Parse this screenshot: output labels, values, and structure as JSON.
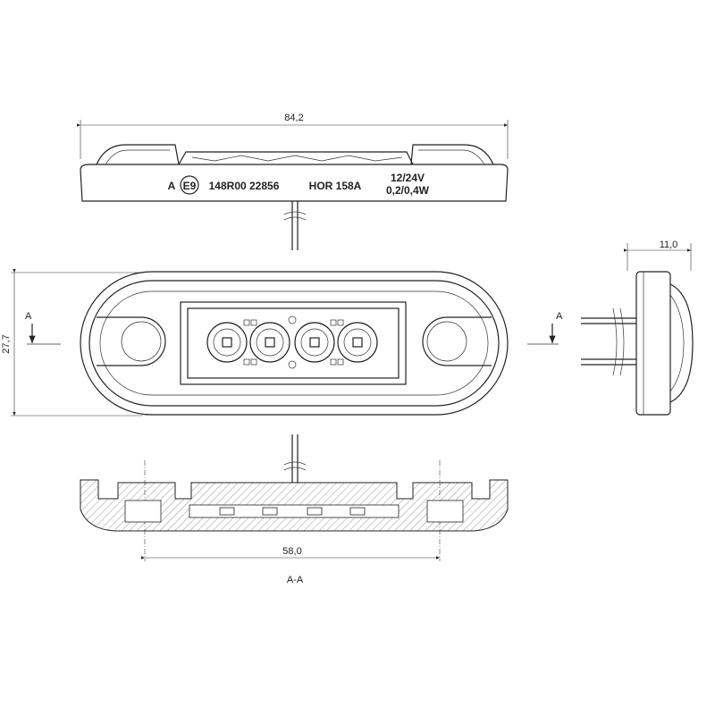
{
  "dimensions": {
    "overall_length": "84,2",
    "height": "27,7",
    "depth": "11,0",
    "hole_spacing": "58,0"
  },
  "markings": {
    "approval_class": "A",
    "e_mark": "E9",
    "approval_number": "148R00 22856",
    "product_code": "HOR 158A",
    "voltage": "12/24V",
    "power": "0,2/0,4W"
  },
  "section": {
    "arrow_label_left": "A",
    "arrow_label_right": "A",
    "section_label": "A-A"
  },
  "colors": {
    "line": "#222222",
    "background": "#ffffff"
  }
}
